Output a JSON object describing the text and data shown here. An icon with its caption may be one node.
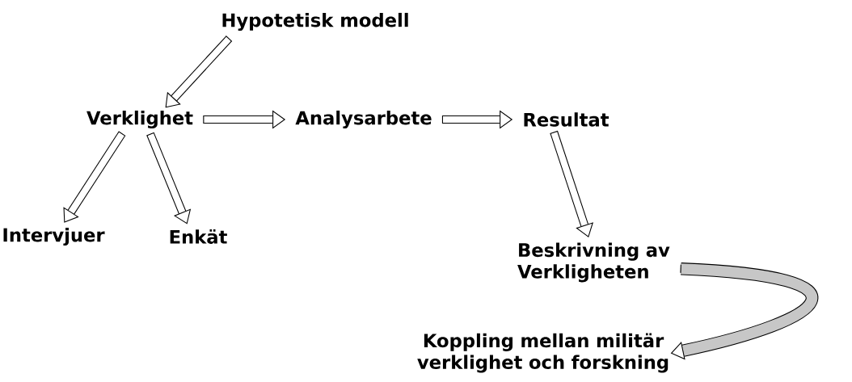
{
  "diagram": {
    "nodes": [
      {
        "text": [
          "Hypotetisk modell"
        ]
      },
      {
        "text": [
          "Verklighet"
        ]
      },
      {
        "text": [
          "Analysarbete"
        ]
      },
      {
        "text": [
          "Resultat"
        ]
      },
      {
        "text": [
          "Intervjuer"
        ]
      },
      {
        "text": [
          "Enkät"
        ]
      },
      {
        "text": [
          "Beskrivning av Verkligheten"
        ]
      },
      {
        "text": [
          "Koppling mellan militär verklighet och forskning"
        ]
      }
    ],
    "edges": [
      {
        "from": 0,
        "to": 1,
        "arrow": "to"
      },
      {
        "from": 1,
        "to": 2,
        "arrow": "to"
      },
      {
        "from": 2,
        "to": 3,
        "arrow": "to"
      },
      {
        "from": 1,
        "to": 4,
        "arrow": "to"
      },
      {
        "from": 1,
        "to": 5,
        "arrow": "to"
      },
      {
        "from": 3,
        "to": 6,
        "arrow": "to"
      },
      {
        "from": 6,
        "to": 7,
        "arrow": "to"
      }
    ]
  }
}
